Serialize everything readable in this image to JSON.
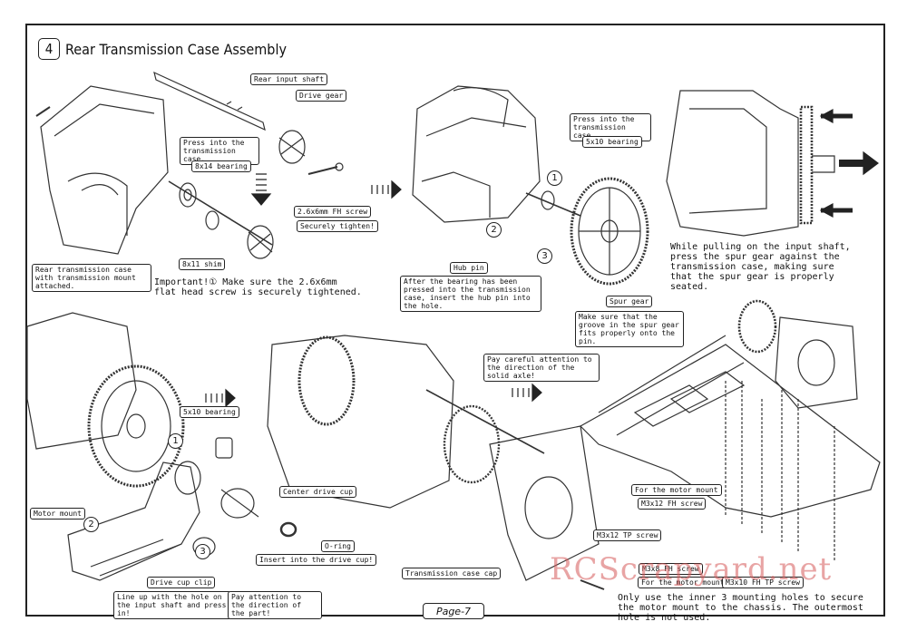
{
  "step": {
    "number": "4",
    "title": "Rear Transmission Case Assembly"
  },
  "labels": {
    "rear_input_shaft": "Rear input shaft",
    "drive_gear": "Drive gear",
    "press_into_case_1": "Press into the transmission case.",
    "bearing_8x14": "8x14 bearing",
    "fh_screw_26x6": "2.6x6mm FH screw",
    "securely_tighten": "Securely tighten!",
    "rear_case_with_mount": "Rear transmission case with transmission mount attached.",
    "shim_8x11": "8x11 shim",
    "press_into_case_2": "Press into the transmission case.",
    "bearing_5x10_a": "5x10 bearing",
    "hub_pin": "Hub pin",
    "after_bearing_note": "After the bearing has been pressed into the transmission case, insert the hub pin into the hole.",
    "spur_gear": "Spur gear",
    "groove_note": "Make sure that the groove in the spur gear fits properly onto the pin.",
    "bearing_5x10_b": "5x10 bearing",
    "motor_mount": "Motor mount",
    "center_drive_cup": "Center drive cup",
    "o_ring": "O-ring",
    "insert_drive_cup": "Insert into the drive cup!",
    "drive_cup_clip": "Drive cup clip",
    "line_up_note": "Line up with the hole on the input shaft and press in!",
    "pay_attention_part": "Pay attention to the direction of the part!",
    "solid_axle_note": "Pay careful attention to the direction of the solid axle!",
    "m3x12_tp": "M3x12 TP screw",
    "transmission_case_cap": "Transmission case cap",
    "for_motor_mount_1": "For the motor mount",
    "m3x12_fh": "M3x12 FH screw",
    "m3x8_fh": "M3x8 FH screw",
    "for_motor_mount_2": "For the motor mount",
    "m3x10_fh_tp": "M3x10 FH TP screw"
  },
  "notes": {
    "important": "Important!① Make sure the 2.6x6mm flat head screw is securely tightened.",
    "spur_seat": "While pulling on the input shaft, press the spur gear against the transmission case, making sure that the spur gear is properly seated.",
    "mounting_holes": "Only use the inner 3 mounting holes to secure the motor mount to the chassis.  The outermost hole is not used."
  },
  "markers": {
    "one": "1",
    "two": "2",
    "three": "3"
  },
  "page": "Page-7",
  "watermark": "RCScrapyard.net"
}
